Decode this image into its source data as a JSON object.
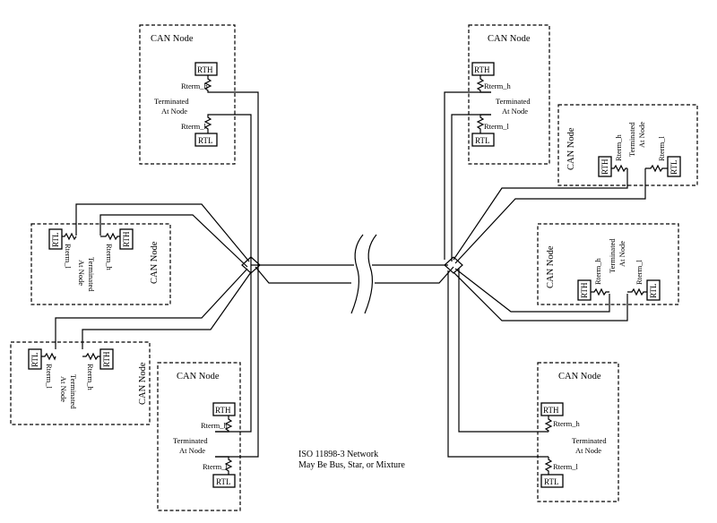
{
  "node_label": "CAN Node",
  "rth_label": "RTH",
  "rtl_label": "RTL",
  "rterm_h_label": "Rterm_h",
  "rterm_l_label": "Rterm_l",
  "terminated_label": "Terminated",
  "at_node_label": "At Node",
  "caption": {
    "line1": "ISO 11898-3 Network",
    "line2": "May Be Bus, Star, or Mixture"
  }
}
